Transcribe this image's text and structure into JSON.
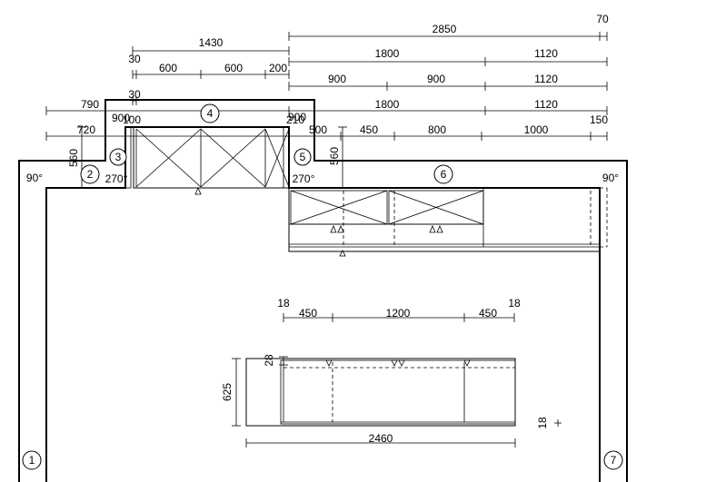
{
  "dims_top": {
    "r1": [
      "2850",
      "70"
    ],
    "r2": [
      "1430"
    ],
    "r3": [
      "1800",
      "1120"
    ],
    "r4": [
      "30",
      "600",
      "600",
      "200"
    ],
    "r5": [
      "900",
      "900",
      "1120"
    ],
    "r6": [
      "30"
    ],
    "r7": [
      "790",
      "1800",
      "1120"
    ],
    "r8": [
      "900",
      "100",
      "900",
      "210"
    ],
    "r9": [
      "720",
      "500",
      "450",
      "800",
      "1000",
      "150"
    ],
    "r10": [
      "560",
      "560"
    ]
  },
  "angles": [
    "90°",
    "270°",
    "270°",
    "90°"
  ],
  "walls": [
    "1",
    "2",
    "3",
    "4",
    "5",
    "6",
    "7"
  ],
  "island": {
    "dims": [
      "18",
      "450",
      "1200",
      "450",
      "18"
    ],
    "depth": "625",
    "offset": "28",
    "width": "2460",
    "side": "18"
  }
}
